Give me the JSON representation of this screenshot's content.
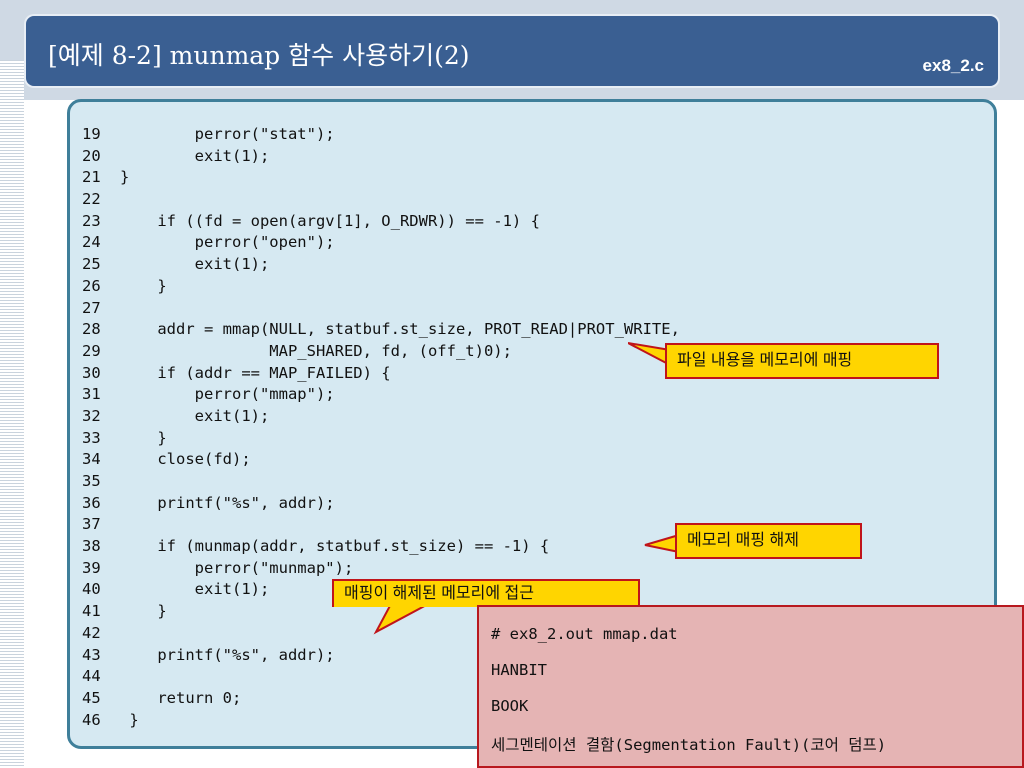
{
  "slide": {
    "title": "[예제 8-2] munmap 함수 사용하기(2)",
    "file_name": "ex8_2.c"
  },
  "code": [
    {
      "n": "19",
      "t": "        perror(\"stat\");"
    },
    {
      "n": "20",
      "t": "        exit(1);"
    },
    {
      "n": "21",
      "t": "}"
    },
    {
      "n": "22",
      "t": ""
    },
    {
      "n": "23",
      "t": "    if ((fd = open(argv[1], O_RDWR)) == -1) {"
    },
    {
      "n": "24",
      "t": "        perror(\"open\");"
    },
    {
      "n": "25",
      "t": "        exit(1);"
    },
    {
      "n": "26",
      "t": "    }"
    },
    {
      "n": "27",
      "t": ""
    },
    {
      "n": "28",
      "t": "    addr = mmap(NULL, statbuf.st_size, PROT_READ|PROT_WRITE,"
    },
    {
      "n": "29",
      "t": "                MAP_SHARED, fd, (off_t)0);"
    },
    {
      "n": "30",
      "t": "    if (addr == MAP_FAILED) {"
    },
    {
      "n": "31",
      "t": "        perror(\"mmap\");"
    },
    {
      "n": "32",
      "t": "        exit(1);"
    },
    {
      "n": "33",
      "t": "    }"
    },
    {
      "n": "34",
      "t": "    close(fd);"
    },
    {
      "n": "35",
      "t": ""
    },
    {
      "n": "36",
      "t": "    printf(\"%s\", addr);"
    },
    {
      "n": "37",
      "t": ""
    },
    {
      "n": "38",
      "t": "    if (munmap(addr, statbuf.st_size) == -1) {"
    },
    {
      "n": "39",
      "t": "        perror(\"munmap\");"
    },
    {
      "n": "40",
      "t": "        exit(1);"
    },
    {
      "n": "41",
      "t": "    }"
    },
    {
      "n": "42",
      "t": ""
    },
    {
      "n": "43",
      "t": "    printf(\"%s\", addr);"
    },
    {
      "n": "44",
      "t": ""
    },
    {
      "n": "45",
      "t": "    return 0;"
    },
    {
      "n": "46",
      "t": " }"
    }
  ],
  "callouts": {
    "mmap_note": "파일 내용을 메모리에 매핑",
    "munmap_note": "메모리 매핑 해제",
    "access_note": "매핑이 해제된 메모리에 접근"
  },
  "output": [
    "# ex8_2.out mmap.dat",
    "HANBIT",
    "BOOK",
    "세그멘테이션 결함(Segmentation Fault)(코어 덤프)"
  ],
  "colors": {
    "title_bar": "#3a5f92",
    "code_panel": "#d6e9f2",
    "callout_fill": "#ffd500",
    "callout_border": "#c0141a",
    "output_fill": "#e5b4b4"
  }
}
